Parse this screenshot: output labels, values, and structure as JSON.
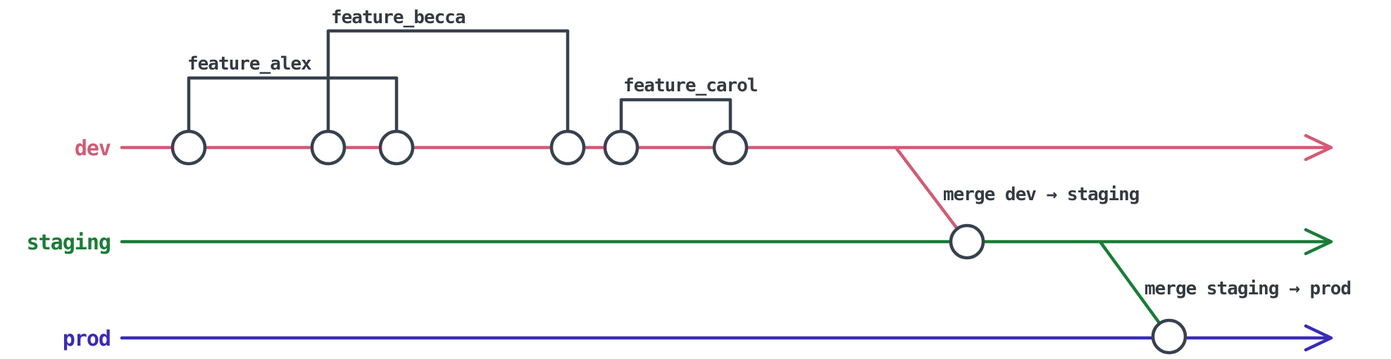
{
  "diagram": {
    "branches": [
      {
        "name": "dev",
        "color": "#d05c75"
      },
      {
        "name": "staging",
        "color": "#1a7c37"
      },
      {
        "name": "prod",
        "color": "#3a2bb5"
      }
    ],
    "feature_labels": [
      {
        "label": "feature_alex"
      },
      {
        "label": "feature_becca"
      },
      {
        "label": "feature_carol"
      }
    ],
    "merge_labels": [
      {
        "label": "merge dev → staging"
      },
      {
        "label": "merge staging → prod"
      }
    ],
    "node": {
      "fill": "#ffffff",
      "stroke": "#37414e"
    },
    "text_color": "#343a40",
    "graph": {
      "dev_commit_count": 6,
      "staging_merge_commit_count": 1,
      "prod_merge_commit_count": 1,
      "features": [
        {
          "name": "feature_alex",
          "from_commit": 1,
          "to_commit": 3
        },
        {
          "name": "feature_becca",
          "from_commit": 2,
          "to_commit": 4
        },
        {
          "name": "feature_carol",
          "from_commit": 5,
          "to_commit": 6
        }
      ]
    }
  }
}
